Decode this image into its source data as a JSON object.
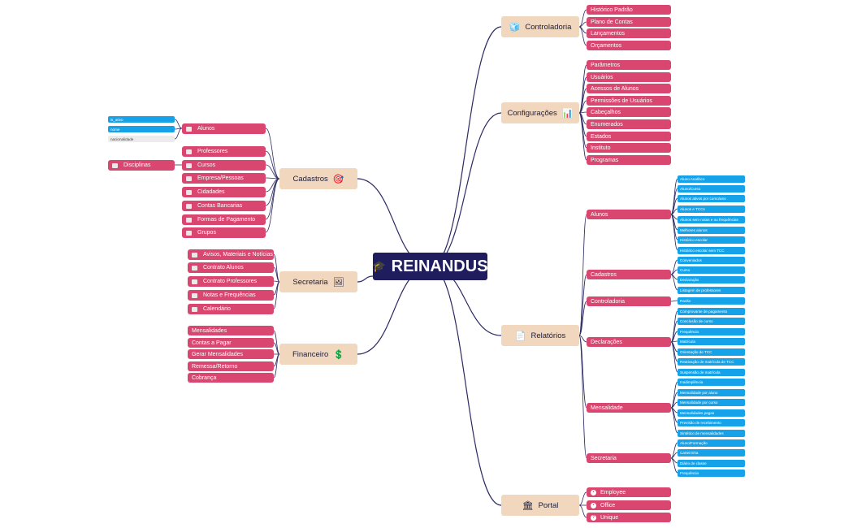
{
  "center": {
    "label": "REINANDUS",
    "icon": "graduation-cap-icon"
  },
  "colors": {
    "center": "#1f1d5e",
    "main_node": "#f0d7bd",
    "pink": "#d9466f",
    "blue": "#16a2e8",
    "line": "#2c2a63"
  },
  "branches": {
    "controladoria": {
      "label": "Controladoria",
      "icon": "cubes-icon",
      "items": [
        "Histórico Padrão",
        "Plano de Contas",
        "Lançamentos",
        "Orçamentos"
      ]
    },
    "configuracoes": {
      "label": "Configurações",
      "icon": "presentation-icon",
      "items": [
        "Parâmetros",
        "Usuários",
        "Acessos de Alunos",
        "Permissões de Usuários",
        "Cabeçalhos",
        "Enumerados",
        "Estados",
        "Instituto",
        "Programas"
      ]
    },
    "cadastros": {
      "label": "Cadastros",
      "icon": "target-icon",
      "items": [
        "Alunos",
        "Professores",
        "Cursos",
        "Empresa/Pessoas",
        "Cidadades",
        "Contas Bancarias",
        "Formas de Pagamento",
        "Grupos"
      ],
      "alunos_fields": [
        "is_ativo",
        "nome",
        "nacionalidade"
      ],
      "cursos_child": "Disciplinas"
    },
    "secretaria": {
      "label": "Secretaria",
      "icon": "chalkboard-icon",
      "items": [
        "Avisos, Materiais e Notícias",
        "Contrato Alunos",
        "Contrato Professores",
        "Notas e Frequências",
        "Calendário"
      ]
    },
    "financeiro": {
      "label": "Financeiro",
      "icon": "dollar-coin-icon",
      "items": [
        "Mensalidades",
        "Contas a Pagar",
        "Gerar Mensalidades",
        "Remessa/Retorno",
        "Cobrança"
      ]
    },
    "relatorios": {
      "label": "Relatórios",
      "icon": "document-icon",
      "groups": [
        {
          "label": "Alunos",
          "items": [
            "Aluno Analítico",
            "Aluno/Curso",
            "Alunos ativos por curso/ano",
            "Alunos e TCCs",
            "Alunos sem notas  e ou frequências",
            "Melhores alunos",
            "Histórico escolar",
            "Histórico escolar sem TCC"
          ]
        },
        {
          "label": "Cadastros",
          "items": [
            "Conveniados",
            "Curso",
            "Declaração",
            "Listagem de professores"
          ]
        },
        {
          "label": "Controladoria",
          "items": [
            "Razão"
          ]
        },
        {
          "label": "Declarações",
          "items": [
            "Comprovante de pagamento",
            "Conclusão de curso",
            "Frequência",
            "Matrícula",
            "Orientação de TCC",
            "Reativação de matrícula de TCC",
            "Suspensão de matrícula"
          ]
        },
        {
          "label": "Mensalidade",
          "items": [
            "Inadimplência",
            "Mensalidade por aluno",
            "Mensalidade por curso",
            "Mensalidades pagas",
            "Previsão de recebimento",
            "Sintético de mensalidades"
          ]
        },
        {
          "label": "Secretaria",
          "items": [
            "Aluno/Formação",
            "Carteirinha",
            "Diário de classe",
            "Frequência"
          ]
        }
      ]
    },
    "portal": {
      "label": "Portal",
      "icon": "portal-icon",
      "items": [
        "Employee",
        "Office",
        "Unique"
      ]
    }
  }
}
